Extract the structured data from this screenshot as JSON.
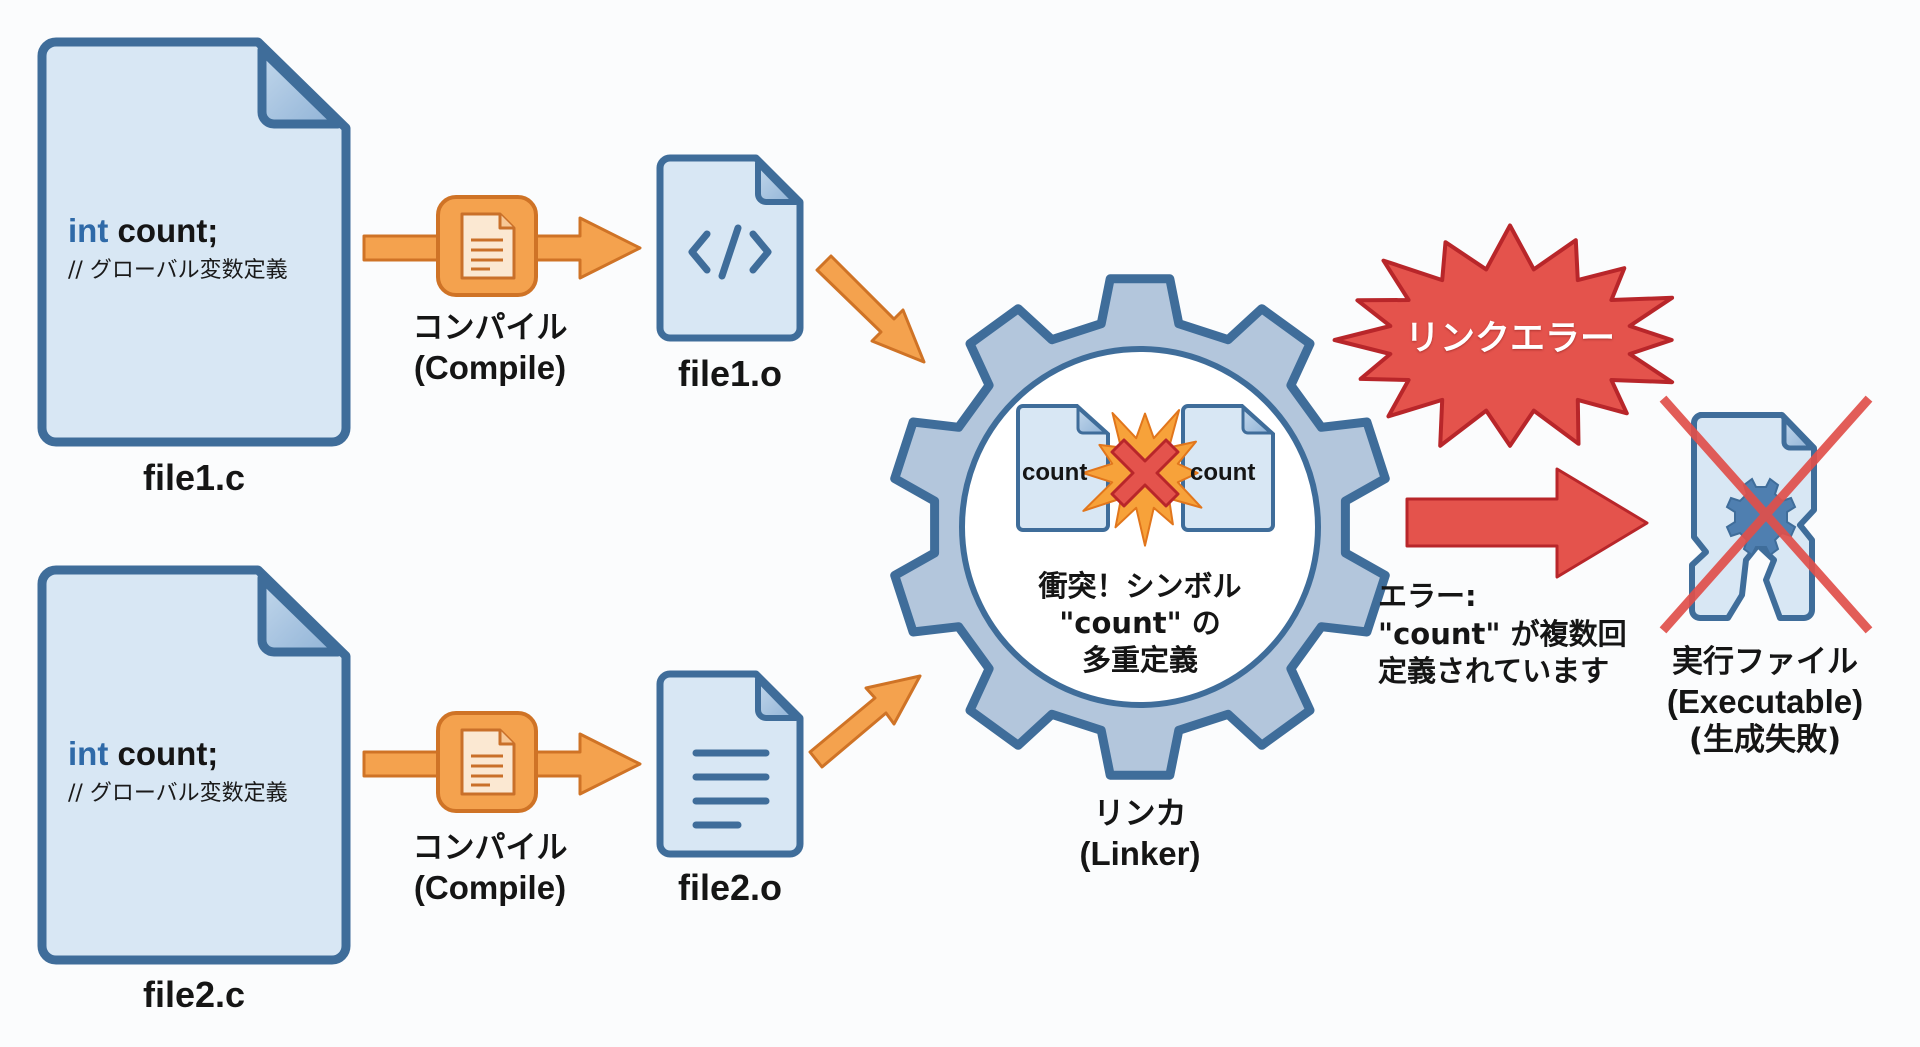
{
  "colors": {
    "doc_stroke": "#3f6d9a",
    "doc_fill": "#d8e7f4",
    "doc_fold": "#a8c6e2",
    "gear_fill": "#b3c6dc",
    "arrow_orange": "#f4a24e",
    "arrow_orange_stroke": "#cf7326",
    "error_red": "#e4534c",
    "error_red_stroke": "#b8262a",
    "keyword_blue": "#2f6aa8"
  },
  "sources": [
    {
      "name": "file1.c",
      "code_keyword": "int",
      "code_rest": " count;",
      "comment": "// グローバル変数定義"
    },
    {
      "name": "file2.c",
      "code_keyword": "int",
      "code_rest": " count;",
      "comment": "// グローバル変数定義"
    }
  ],
  "compile_steps": [
    {
      "label_jp": "コンパイル",
      "label_en": "(Compile)",
      "icon": "document-icon"
    },
    {
      "label_jp": "コンパイル",
      "label_en": "(Compile)",
      "icon": "document-icon"
    }
  ],
  "objects": [
    {
      "name": "file1.o",
      "icon": "code-brackets-icon"
    },
    {
      "name": "file2.o",
      "icon": "text-lines-icon"
    }
  ],
  "linker": {
    "label_jp": "リンカ",
    "label_en": "(Linker)",
    "symbol_left": "count",
    "symbol_right": "count",
    "conflict_lines": [
      "衝突！シンボル",
      "\"count\" の",
      "多重定義"
    ]
  },
  "error_burst": {
    "text": "リンクエラー"
  },
  "error_message": {
    "lines": [
      "エラー:",
      "\"count\" が複数回",
      "定義されています"
    ]
  },
  "executable": {
    "label_jp": "実行ファイル",
    "label_en": "(Executable)",
    "status": "(生成失敗)"
  }
}
